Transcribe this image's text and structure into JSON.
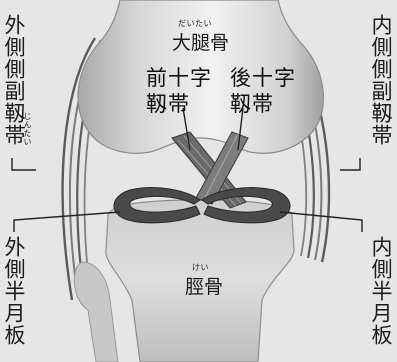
{
  "labels": {
    "femur": {
      "text": "大腿骨",
      "reading": "だいたい"
    },
    "tibia": {
      "text": "脛骨",
      "reading": "けい"
    },
    "acl": {
      "line1": "前十字",
      "line2": "靱帯"
    },
    "pcl": {
      "line1": "後十字",
      "line2": "靱帯"
    },
    "lcl": {
      "text": "外側側副靱帯",
      "reading": "じんたい"
    },
    "mcl": {
      "text": "内側側副靱帯"
    },
    "lateral_meniscus": {
      "text": "外側半月板"
    },
    "medial_meniscus": {
      "text": "内側半月板"
    }
  }
}
